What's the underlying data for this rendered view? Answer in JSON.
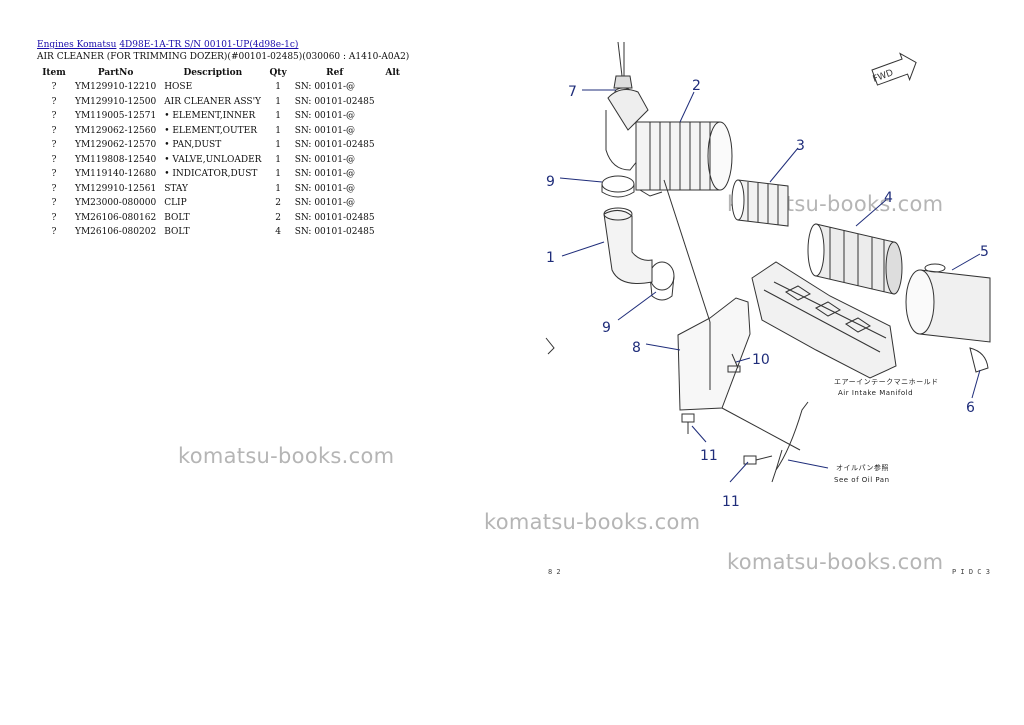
{
  "breadcrumb": {
    "link1": "Engines Komatsu",
    "link2": "4D98E-1A-TR S/N 00101-UP(4d98e-1c)"
  },
  "subtitle": "AIR CLEANER (FOR TRIMMING DOZER)(#00101-02485)(030060 : A1410-A0A2)",
  "table": {
    "headers": [
      "Item",
      "PartNo",
      "Description",
      "Qty",
      "Ref",
      "Alt"
    ],
    "rows": [
      {
        "item": "?",
        "part": "YM129910-12210",
        "desc": "HOSE",
        "qty": "1",
        "ref": "SN: 00101-@",
        "alt": ""
      },
      {
        "item": "?",
        "part": "YM129910-12500",
        "desc": "AIR CLEANER ASS'Y",
        "qty": "1",
        "ref": "SN: 00101-02485",
        "alt": ""
      },
      {
        "item": "?",
        "part": "YM119005-12571",
        "desc": "• ELEMENT,INNER",
        "qty": "1",
        "ref": "SN: 00101-@",
        "alt": ""
      },
      {
        "item": "?",
        "part": "YM129062-12560",
        "desc": "• ELEMENT,OUTER",
        "qty": "1",
        "ref": "SN: 00101-@",
        "alt": ""
      },
      {
        "item": "?",
        "part": "YM129062-12570",
        "desc": "• PAN,DUST",
        "qty": "1",
        "ref": "SN: 00101-02485",
        "alt": ""
      },
      {
        "item": "?",
        "part": "YM119808-12540",
        "desc": "• VALVE,UNLOADER",
        "qty": "1",
        "ref": "SN: 00101-@",
        "alt": ""
      },
      {
        "item": "?",
        "part": "YM119140-12680",
        "desc": "• INDICATOR,DUST",
        "qty": "1",
        "ref": "SN: 00101-@",
        "alt": ""
      },
      {
        "item": "?",
        "part": "YM129910-12561",
        "desc": "STAY",
        "qty": "1",
        "ref": "SN: 00101-@",
        "alt": ""
      },
      {
        "item": "?",
        "part": "YM23000-080000",
        "desc": "CLIP",
        "qty": "2",
        "ref": "SN: 00101-@",
        "alt": ""
      },
      {
        "item": "?",
        "part": "YM26106-080162",
        "desc": "BOLT",
        "qty": "2",
        "ref": "SN: 00101-02485",
        "alt": ""
      },
      {
        "item": "?",
        "part": "YM26106-080202",
        "desc": "BOLT",
        "qty": "4",
        "ref": "SN: 00101-02485",
        "alt": ""
      }
    ]
  },
  "watermark": "komatsu-books.com",
  "diagram": {
    "fwd_label": "FWD",
    "callouts": [
      "7",
      "2",
      "3",
      "9",
      "4",
      "5",
      "1",
      "9",
      "8",
      "10",
      "6",
      "11",
      "11"
    ],
    "intake_jp": "エアーインテークマニホールド",
    "intake_en": "Air Intake Manifold",
    "oilpan_jp": "オイルパン参照",
    "oilpan_en": "See of Oil Pan",
    "page_left": "8 2",
    "page_right": "P I D C 3"
  },
  "colors": {
    "link": "#1a0dab",
    "callout": "#1f2d7a",
    "watermark": "#b5b5b5"
  }
}
